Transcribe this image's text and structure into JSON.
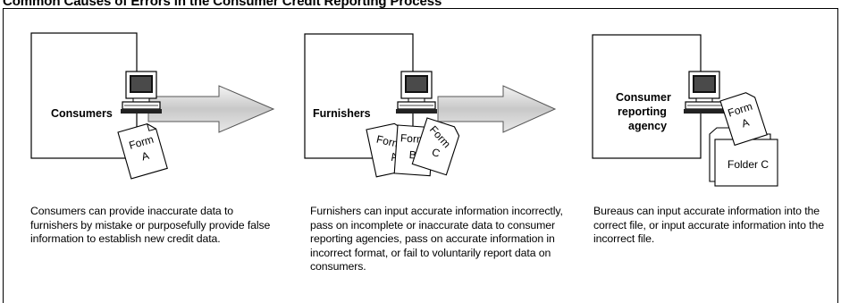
{
  "title": "Common Causes of Errors in the Consumer Credit Reporting Process",
  "panels": [
    {
      "label": "Consumers",
      "forms": [
        "Form A"
      ],
      "caption": "Consumers can provide inaccurate data to furnishers by mistake or purposefully provide false information to establish new credit data."
    },
    {
      "label": "Furnishers",
      "forms": [
        "Form A",
        "Form B",
        "Form C"
      ],
      "caption": "Furnishers can input accurate information incorrectly, pass on incomplete or inaccurate data to consumer reporting agencies, pass on accurate information in incorrect format, or fail to voluntarily report data on consumers."
    },
    {
      "label_lines": [
        "Consumer",
        "reporting",
        "agency"
      ],
      "forms": [
        "Form A"
      ],
      "folder": "Folder C",
      "caption": "Bureaus can input accurate information into the correct file, or input accurate information into the incorrect file."
    }
  ]
}
